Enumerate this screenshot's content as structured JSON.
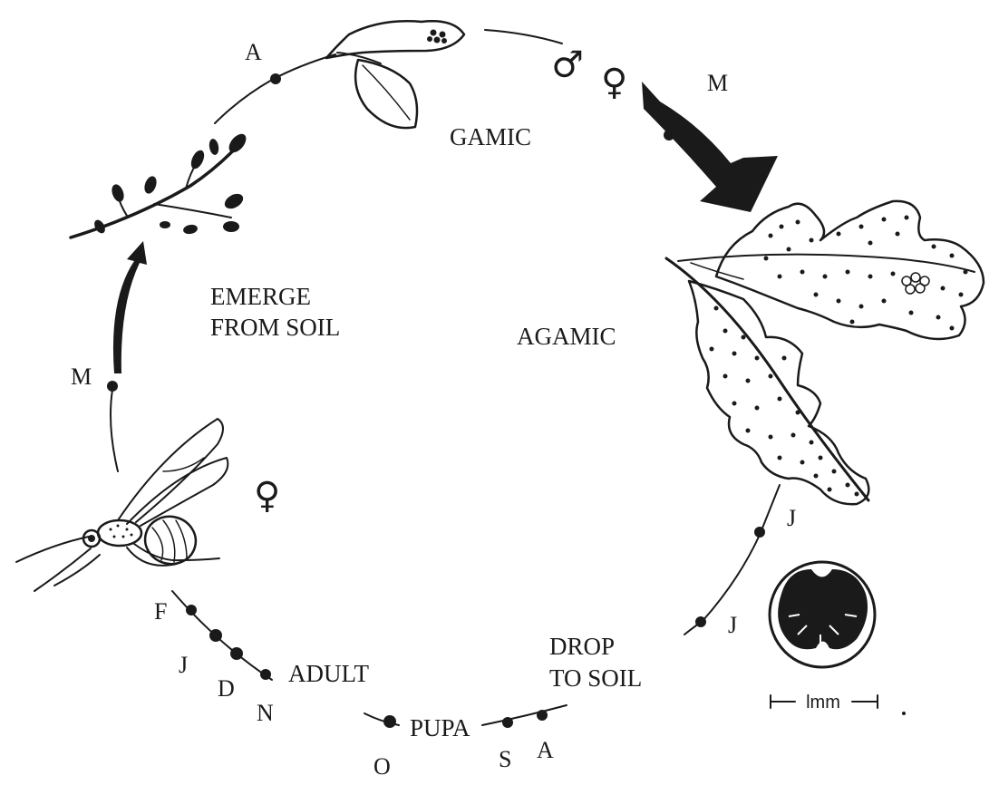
{
  "labels": {
    "gamic": "GAMIC",
    "agamic": "AGAMIC",
    "emerge_line1": "EMERGE",
    "emerge_line2": "FROM SOIL",
    "drop_line1": "DROP",
    "drop_line2": "TO SOIL",
    "adult": "ADULT",
    "pupa": "PUPA"
  },
  "months": {
    "april_top": "A",
    "may_top": "M",
    "may_left": "M",
    "june_1": "J",
    "july": "J",
    "august": "A",
    "september": "S",
    "october": "O",
    "november": "N",
    "december": "D",
    "january": "J",
    "february": "F"
  },
  "symbols": {
    "male": "♂",
    "female_top": "♀",
    "female_adult": "♀"
  },
  "scale_bar": {
    "label": "lmm"
  },
  "colors": {
    "ink": "#1a1a1a",
    "background": "#ffffff"
  }
}
